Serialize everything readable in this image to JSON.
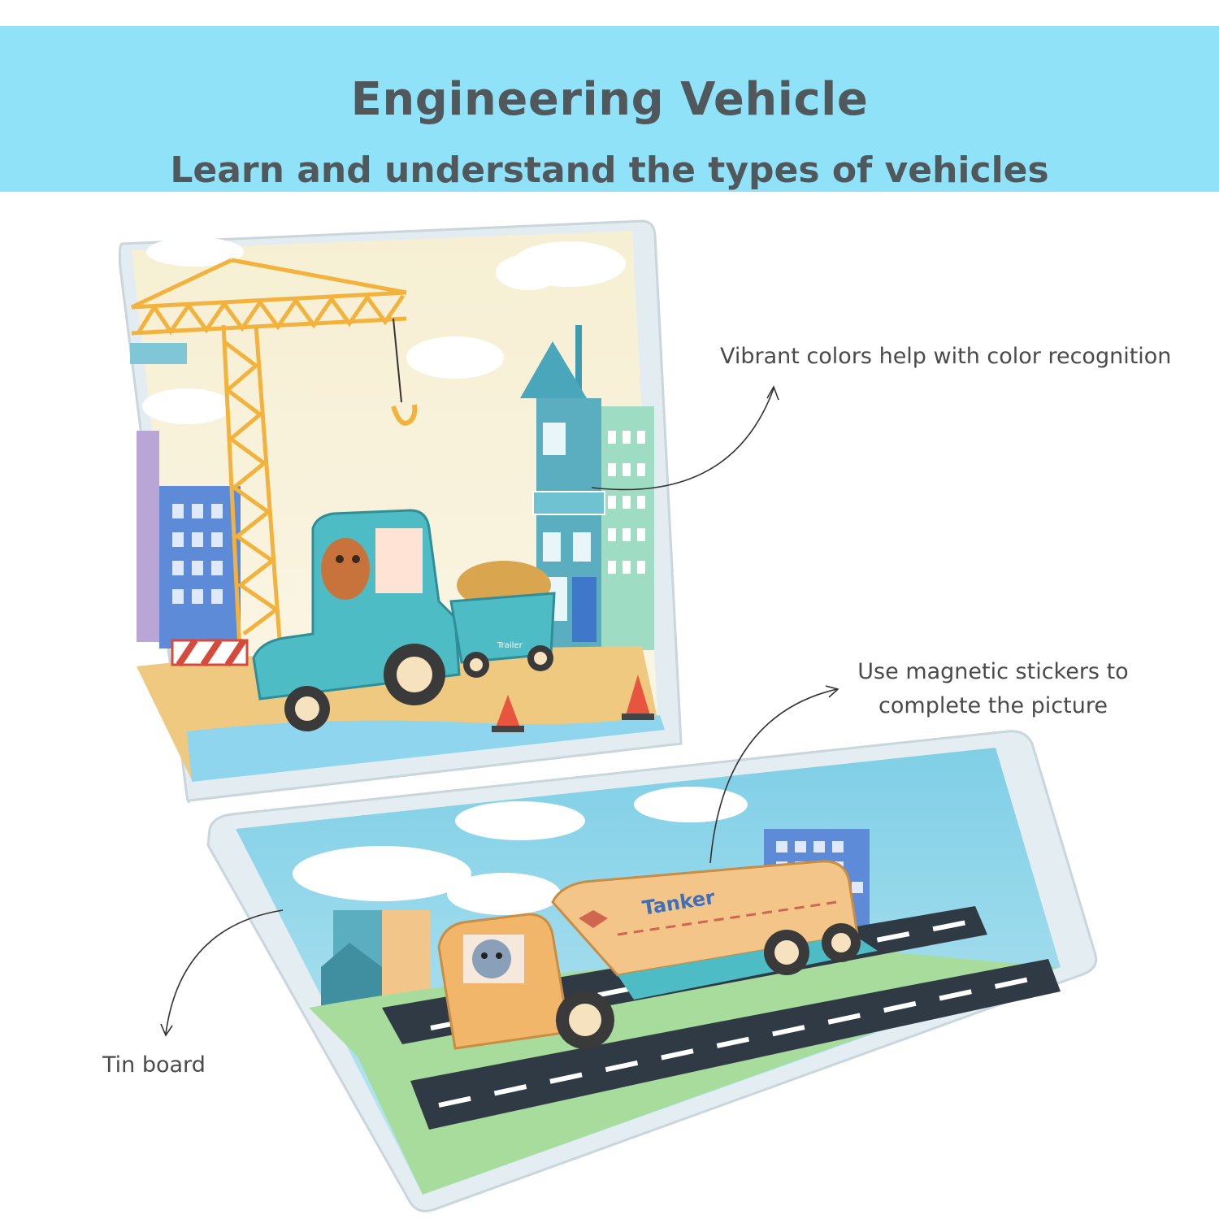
{
  "banner": {
    "title": "Engineering Vehicle",
    "subtitle": "Learn and understand the types of vehicles"
  },
  "callouts": {
    "colors": "Vibrant colors help with color recognition",
    "magnets_line1": "Use magnetic stickers to",
    "magnets_line2": "complete the picture",
    "tin": "Tin board"
  },
  "stickers": {
    "trailer_label": "Trailer",
    "tanker_label": "Tanker"
  },
  "colors": {
    "banner": "#8fe2f8",
    "text": "#50585c",
    "tin": "#e4eef2",
    "sky": "#f8f1d6",
    "water": "#8fd5ee",
    "tractor": "#4dbcc4",
    "tanker": "#f2b66a"
  }
}
